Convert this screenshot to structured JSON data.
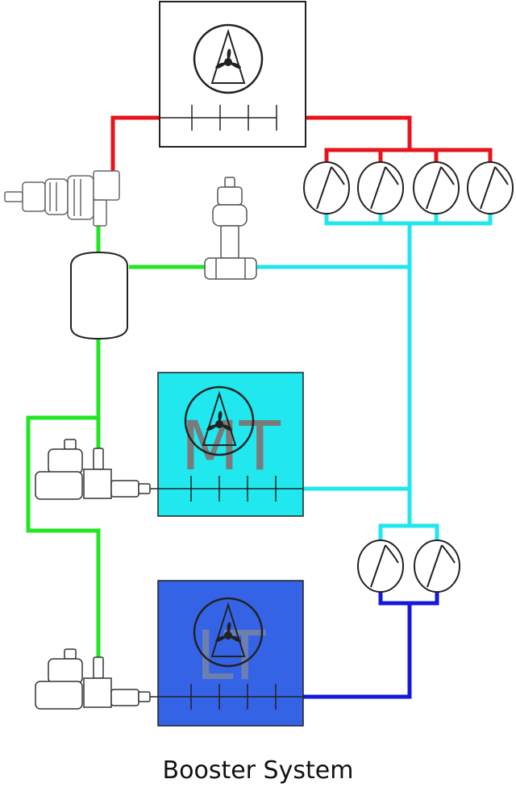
{
  "caption": "Booster System",
  "labels": {
    "mt": "MT",
    "lt": "LT"
  },
  "colors": {
    "discharge": "#e8141c",
    "suction_mt": "#21e6ee",
    "liquid": "#22e622",
    "suction_lt": "#1518d8",
    "mt_box": "#20e8ee",
    "lt_box": "#3563e6"
  }
}
